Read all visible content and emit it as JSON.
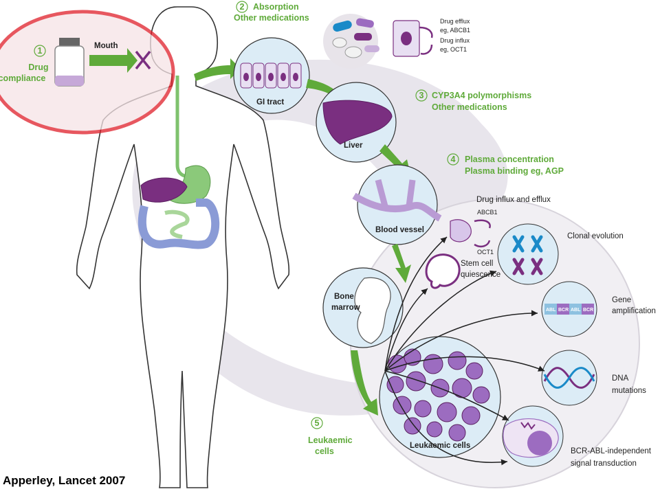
{
  "steps": [
    {
      "number": "1",
      "lines": [
        "Drug",
        "compliance"
      ]
    },
    {
      "number": "2",
      "lines": [
        "Absorption",
        "Other medications"
      ]
    },
    {
      "number": "3",
      "lines": [
        "CYP3A4 polymorphisms",
        "Other medications"
      ]
    },
    {
      "number": "4",
      "lines": [
        "Plasma concentration",
        "Plasma binding eg, AGP"
      ]
    },
    {
      "number": "5",
      "lines": [
        "Leukaemic",
        "cells"
      ]
    }
  ],
  "labels": {
    "mouth": "Mouth",
    "gi_tract": "GI tract",
    "liver": "Liver",
    "blood_vessel": "Blood vessel",
    "bone_marrow": [
      "Bone",
      "marrow"
    ],
    "leukaemic_cells": "Leukaemic cells"
  },
  "transport": {
    "efflux": [
      "Drug efflux",
      "eg, ABCB1"
    ],
    "influx": [
      "Drug influx",
      "eg, OCT1"
    ],
    "influx_efflux": "Drug influx and efflux",
    "abcb1": "ABCB1",
    "oct1": "OCT1"
  },
  "mechanisms": {
    "stem_cell": [
      "Stem cell",
      "quiescence"
    ],
    "clonal": "Clonal evolution",
    "gene_amp": [
      "Gene",
      "amplification"
    ],
    "gene_blocks": [
      "ABL",
      "BCR",
      "ABL",
      "BCR"
    ],
    "dna": [
      "DNA",
      "mutations"
    ],
    "signal": [
      "BCR-ABL-independent",
      "signal transduction"
    ]
  },
  "credit": "Apperley, Lancet 2007",
  "colors": {
    "green": "#5faa3a",
    "purple": "#7a2f80",
    "blue": "#1a8ac8",
    "grey": "#e8e4ea",
    "red_highlight": "#e0202a"
  }
}
